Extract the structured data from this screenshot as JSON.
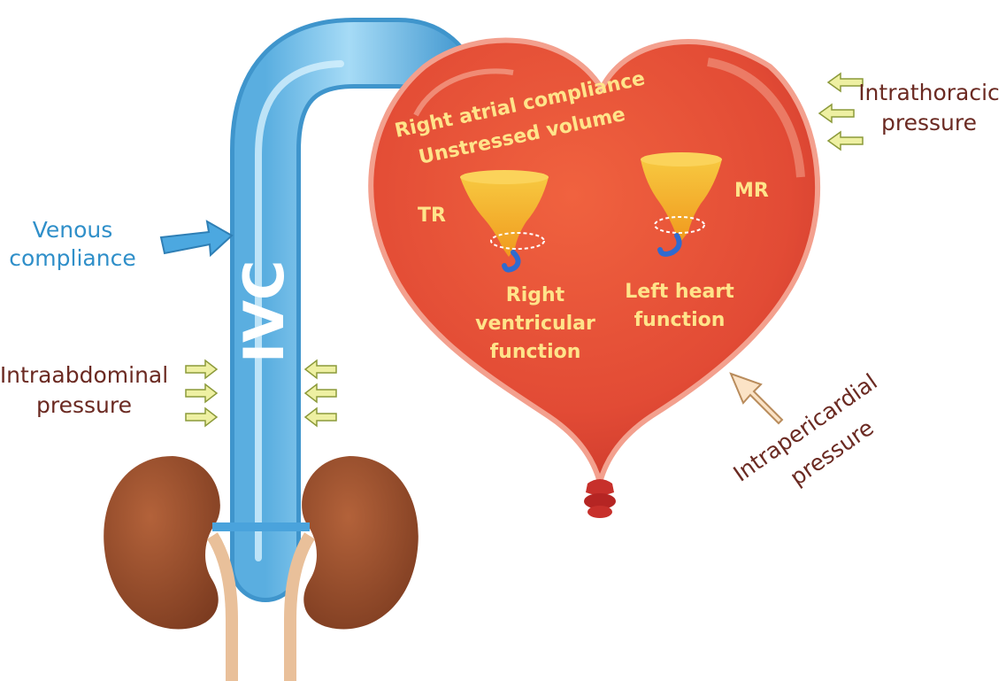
{
  "labels": {
    "venous_compliance": [
      "Venous",
      "compliance"
    ],
    "intraabdominal_pressure": [
      "Intraabdominal",
      "pressure"
    ],
    "intrathoracic_pressure": [
      "Intrathoracic",
      "pressure"
    ],
    "intrapericardial_pressure": [
      "Intrapericardial",
      "pressure"
    ],
    "right_atrial_compliance": "Right atrial compliance",
    "unstressed_volume": "Unstressed volume",
    "tr": "TR",
    "mr": "MR",
    "right_ventricular_function": [
      "Right",
      "ventricular",
      "function"
    ],
    "left_heart_function": [
      "Left heart",
      "function"
    ],
    "ivc": "IVC"
  },
  "colors": {
    "vein_blue": "#7cc3ea",
    "heart_red": "#e8503b",
    "kidney_brown": "#8e4526",
    "label_dark": "#6b2a22",
    "label_blue": "#2f8fc9",
    "heart_text": "#ffe48a",
    "arrow_yellow": "#eef0a2"
  },
  "icons": [
    "heart-balloon",
    "ivc-vein",
    "left-kidney",
    "right-kidney",
    "tornado-icon",
    "pressure-arrow"
  ]
}
